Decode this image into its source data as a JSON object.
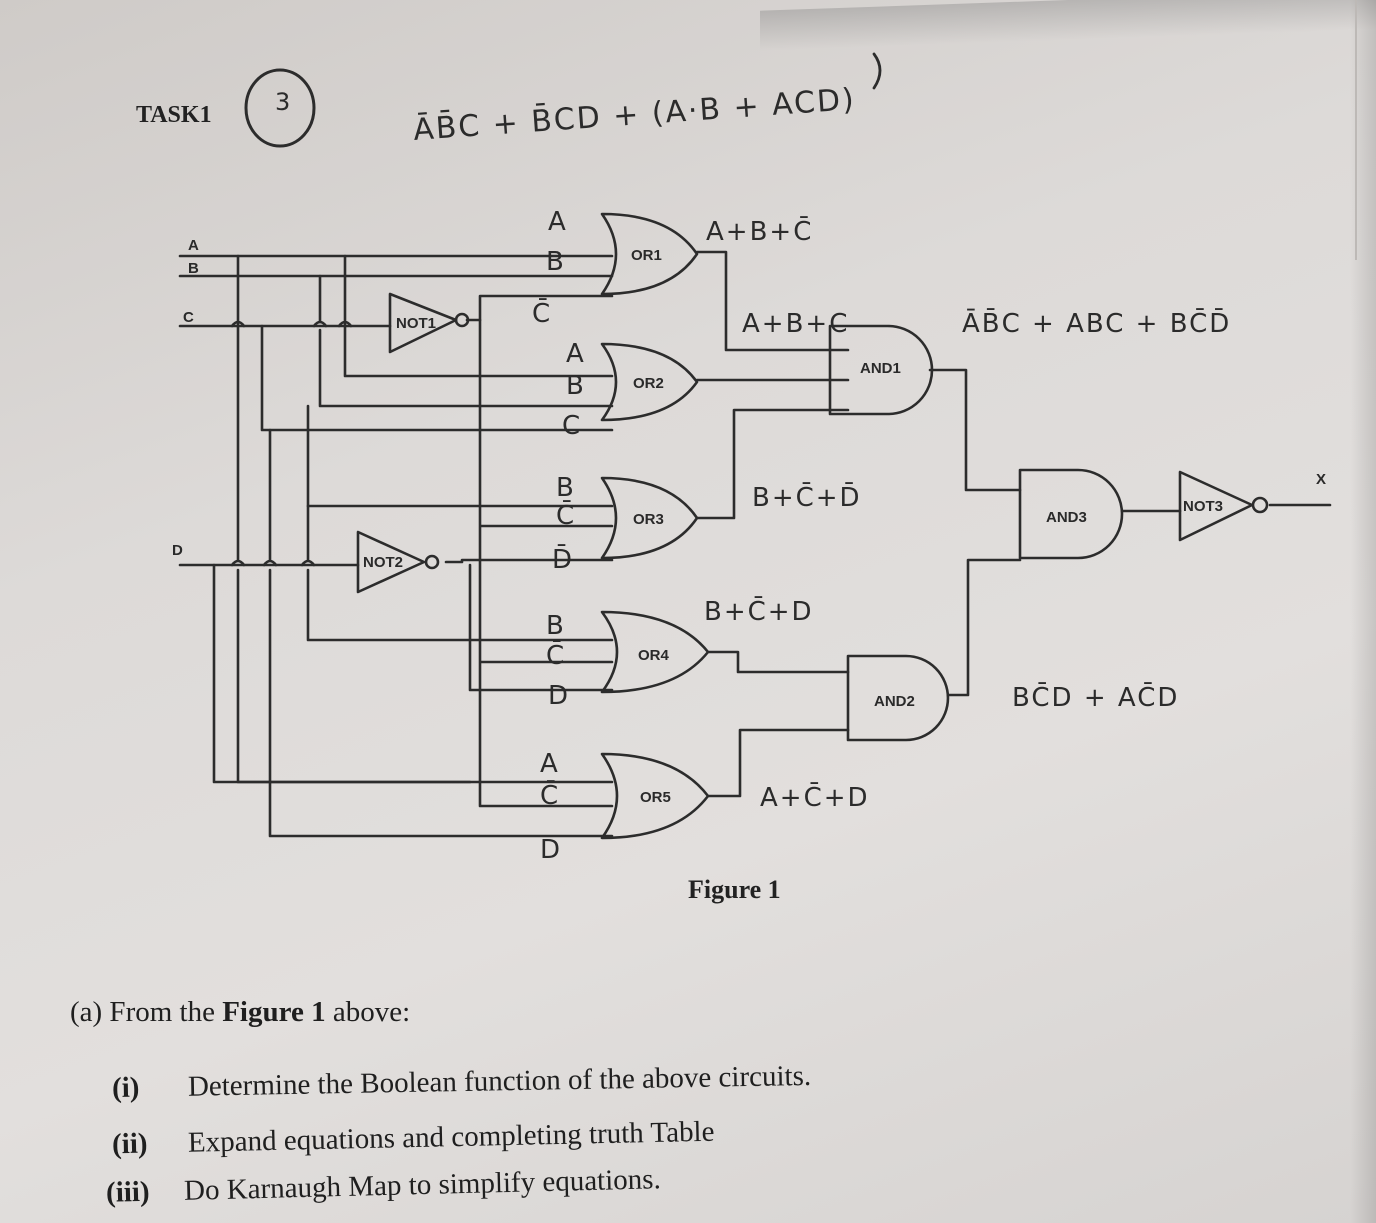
{
  "task_title": "TASK1",
  "task_mark": "3",
  "top_expression": "ĀB̄C + B̄CD + (A·B + ACD)",
  "inputs": {
    "a": "A",
    "b": "B",
    "c": "C",
    "d": "D"
  },
  "gates": {
    "not1": "NOT1",
    "not2": "NOT2",
    "not3": "NOT3",
    "or1": "OR1",
    "or2": "OR2",
    "or3": "OR3",
    "or4": "OR4",
    "or5": "OR5",
    "and1": "AND1",
    "and2": "AND2",
    "and3": "AND3"
  },
  "output_label": "X",
  "handwritten": {
    "or1_a": "A",
    "or1_b": "B",
    "or1_c": "C̄",
    "or2_a": "A",
    "or2_b": "B",
    "or2_c": "C",
    "or3_a": "B",
    "or3_b": "C̄",
    "or3_c": "D̄",
    "or4_a": "B",
    "or4_b": "C̄",
    "or4_c": "D",
    "or5_a": "A",
    "or5_b": "C̄",
    "or5_c": "D",
    "or1_out": "A+B+C̄",
    "or1_out_2": "A+B+C",
    "and1_out": "ĀB̄C + ABC + BC̄D̄",
    "or3_out": "B+C̄+D̄",
    "or4_out": "B+C̄+D",
    "or5_out": "A+C̄+D",
    "and2_out": "BC̄D + AC̄D"
  },
  "figure_caption": "Figure 1",
  "question_intro_prefix": "(a) From the ",
  "question_intro_bold": "Figure 1",
  "question_intro_suffix": " above:",
  "questions": [
    {
      "num": "(i)",
      "text": "Determine the Boolean function of the above circuits."
    },
    {
      "num": "(ii)",
      "text": "Expand equations and completing truth Table"
    },
    {
      "num": "(iii)",
      "text": "Do Karnaugh Map to simplify equations."
    }
  ]
}
